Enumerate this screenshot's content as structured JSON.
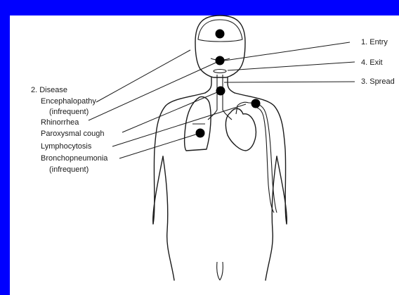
{
  "labels": {
    "entry": "1. Entry",
    "exit": "4. Exit",
    "spread": "3. Spread",
    "disease_heading": "2. Disease",
    "encephalopathy": "Encephalopathy",
    "encephalopathy_note": "(infrequent)",
    "rhinorrhea": "Rhinorrhea",
    "paroxysmal_cough": "Paroxysmal cough",
    "lymphocytosis": "Lymphocytosis",
    "bronchopneumonia": "Bronchopneumonia",
    "bronchopneumonia_note": "(infrequent)"
  },
  "colors": {
    "frame": "#0000ff",
    "panel": "#ffffff",
    "ink": "#1a1a1a",
    "marker": "#000000"
  }
}
